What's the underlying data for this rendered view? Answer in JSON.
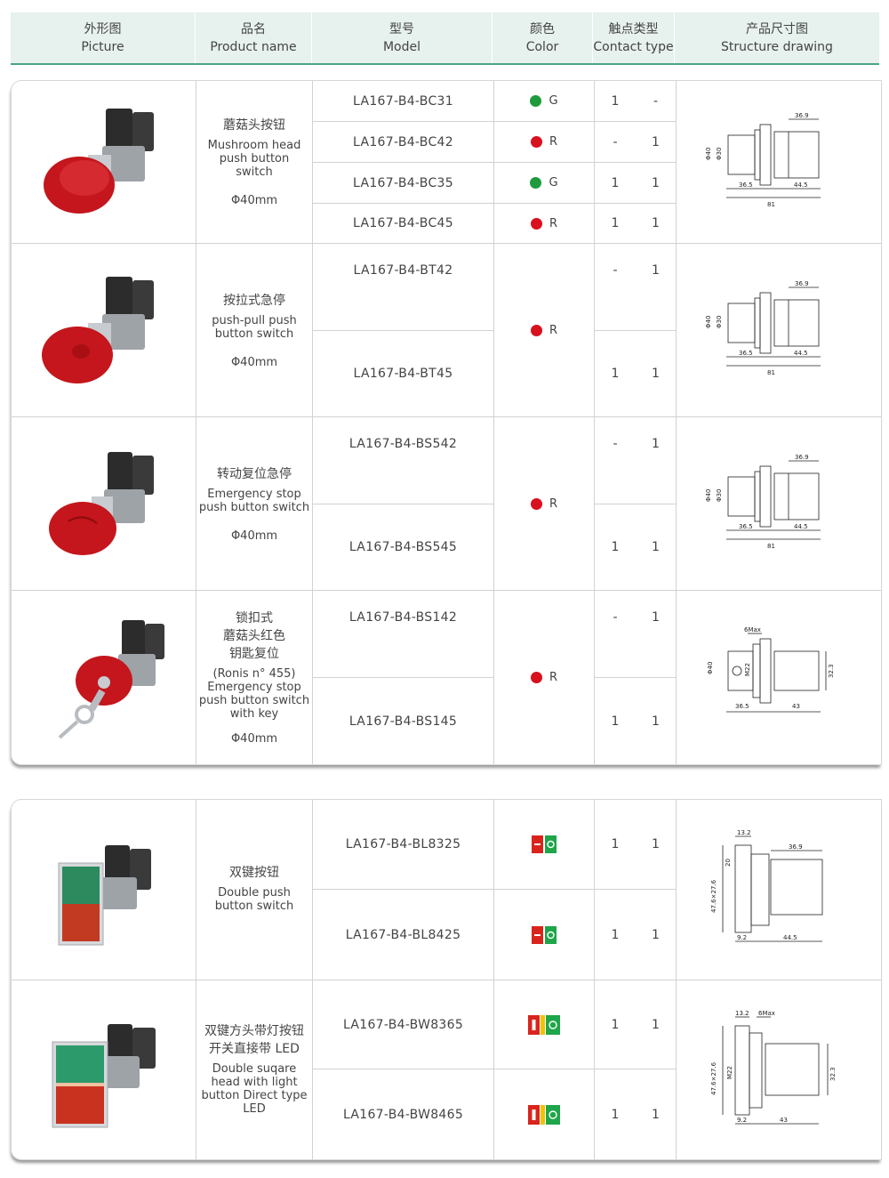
{
  "header": {
    "columns": [
      {
        "zh": "外形图",
        "en": "Picture"
      },
      {
        "zh": "品名",
        "en": "Product name"
      },
      {
        "zh": "型号",
        "en": "Model"
      },
      {
        "zh": "颜色",
        "en": "Color"
      },
      {
        "zh": "触点类型",
        "en": "Contact type"
      },
      {
        "zh": "产品尺寸图",
        "en": "Structure drawing"
      }
    ]
  },
  "colors": {
    "green": "#1f9a3c",
    "red": "#d9101e",
    "header_bg": "#e7f1ee",
    "header_line": "#4aa487"
  },
  "groups": [
    {
      "name_zh": [
        "蘑菇头按钮"
      ],
      "name_en": "Mushroom head push button switch",
      "size": "Φ40mm",
      "rows": [
        {
          "model": "LA167-B4-BC31",
          "color": "G",
          "no": "1",
          "nc": "-"
        },
        {
          "model": "LA167-B4-BC42",
          "color": "R",
          "no": "-",
          "nc": "1"
        },
        {
          "model": "LA167-B4-BC35",
          "color": "G",
          "no": "1",
          "nc": "1"
        },
        {
          "model": "LA167-B4-BC45",
          "color": "R",
          "no": "1",
          "nc": "1"
        }
      ],
      "drawing": {
        "top": "36.9",
        "d1": "Φ40",
        "d2": "Φ30",
        "b1": "36.5",
        "b2": "44.5",
        "total": "81"
      }
    },
    {
      "name_zh": [
        "按拉式急停"
      ],
      "name_en": "push-pull push button switch",
      "size": "Φ40mm",
      "color": "R",
      "rows": [
        {
          "model": "LA167-B4-BT42",
          "no": "-",
          "nc": "1"
        },
        {
          "model": "LA167-B4-BT45",
          "no": "1",
          "nc": "1"
        }
      ],
      "drawing": {
        "top": "36.9",
        "d1": "Φ40",
        "d2": "Φ30",
        "b1": "36.5",
        "b2": "44.5",
        "total": "81"
      }
    },
    {
      "name_zh": [
        "转动复位急停"
      ],
      "name_en": "Emergency stop push button switch",
      "size": "Φ40mm",
      "color": "R",
      "rows": [
        {
          "model": "LA167-B4-BS542",
          "no": "-",
          "nc": "1"
        },
        {
          "model": "LA167-B4-BS545",
          "no": "1",
          "nc": "1"
        }
      ],
      "drawing": {
        "top": "36.9",
        "d1": "Φ40",
        "d2": "Φ30",
        "b1": "36.5",
        "b2": "44.5",
        "total": "81"
      }
    },
    {
      "name_zh": [
        "锁扣式",
        "蘑菇头红色",
        "钥匙复位"
      ],
      "name_en": "(Ronis n° 455) Emergency stop push button switch with key",
      "size": "Φ40mm",
      "color": "R",
      "rows": [
        {
          "model": "LA167-B4-BS142",
          "no": "-",
          "nc": "1"
        },
        {
          "model": "LA167-B4-BS145",
          "no": "1",
          "nc": "1"
        }
      ],
      "drawing": {
        "top": "6Max",
        "d1": "Φ40",
        "d2": "M22",
        "side": "32.3",
        "b1": "36.5",
        "b2": "43"
      }
    },
    {
      "name_zh": [
        "双键按钮"
      ],
      "name_en": "Double push button switch",
      "rows": [
        {
          "model": "LA167-B4-BL8325",
          "no": "1",
          "nc": "1"
        },
        {
          "model": "LA167-B4-BL8425",
          "no": "1",
          "nc": "1"
        }
      ],
      "drawing": {
        "t1": "13.2",
        "top": "36.9",
        "v1": "20",
        "d1": "47.6×27.6",
        "b1": "9.2",
        "b2": "44.5"
      }
    },
    {
      "name_zh": [
        "双键方头带灯按钮",
        "开关直接带 LED"
      ],
      "name_en": "Double suqare head with light button Direct type LED",
      "rows": [
        {
          "model": "LA167-B4-BW8365",
          "no": "1",
          "nc": "1"
        },
        {
          "model": "LA167-B4-BW8465",
          "no": "1",
          "nc": "1"
        }
      ],
      "drawing": {
        "t1": "13.2",
        "top": "6Max",
        "d1": "47.6×27.6",
        "d2": "M22",
        "side": "32.3",
        "b1": "9.2",
        "b2": "43"
      }
    }
  ]
}
